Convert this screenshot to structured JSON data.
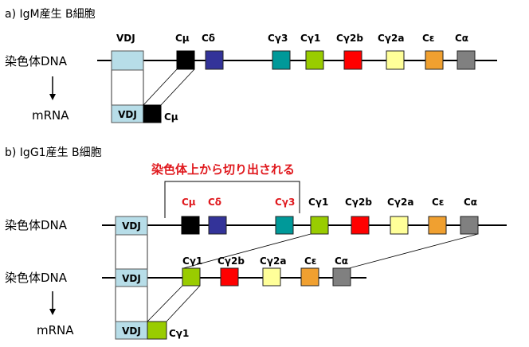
{
  "colors": {
    "vdj": "#b7dde8",
    "mu": "#000000",
    "delta": "#333399",
    "g3": "#009999",
    "g1": "#99cc00",
    "g2b": "#ff0000",
    "g2a": "#ffff99",
    "epsilon": "#f0a030",
    "alpha": "#808080",
    "excised_text": "#e0191e"
  },
  "section_a": {
    "title": "a) IgM産生 B細胞",
    "chromosome_label": "染色体DNA",
    "mrna_label": "mRNA",
    "vdj_label": "VDJ",
    "genes": [
      "Cμ",
      "Cδ",
      "Cγ3",
      "Cγ1",
      "Cγ2b",
      "Cγ2a",
      "Cε",
      "Cα"
    ],
    "mrna_vdj_label": "VDJ",
    "mrna_c_label": "Cμ"
  },
  "section_b": {
    "title": "b) IgG1産生 B細胞",
    "excised_label": "染色体上から切り出される",
    "chromosome_label_1": "染色体DNA",
    "chromosome_label_2": "染色体DNA",
    "mrna_label": "mRNA",
    "vdj_label_1": "VDJ",
    "vdj_label_2": "VDJ",
    "mrna_vdj_label": "VDJ",
    "genes_1": [
      "Cμ",
      "Cδ",
      "Cγ3",
      "Cγ1",
      "Cγ2b",
      "Cγ2a",
      "Cε",
      "Cα"
    ],
    "genes_2": [
      "Cγ1",
      "Cγ2b",
      "Cγ2a",
      "Cε",
      "Cα"
    ],
    "mrna_c_label": "Cγ1"
  }
}
